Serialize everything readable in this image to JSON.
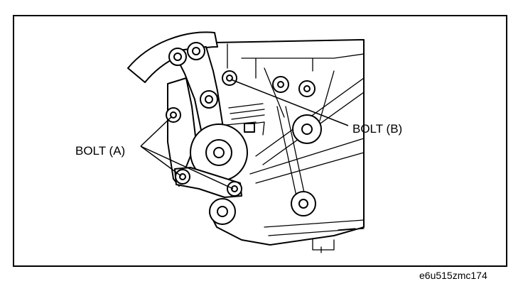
{
  "labels": {
    "bolt_a": "BOLT (A)",
    "bolt_b": "BOLT (B)"
  },
  "figure_id": "e6u515zmc174",
  "colors": {
    "ink": "#000000",
    "paper": "#ffffff"
  }
}
